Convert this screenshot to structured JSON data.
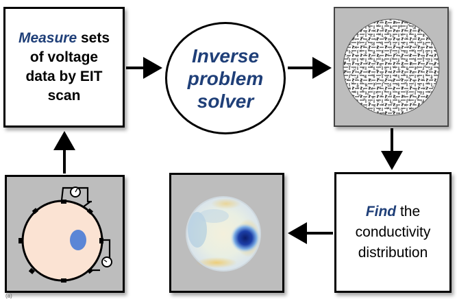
{
  "measure_box": {
    "word1": "Measure",
    "line1_rest": " sets",
    "line2": "of voltage",
    "line3": "data by EIT",
    "line4": "scan"
  },
  "solver": {
    "line1": "Inverse",
    "line2": "problem",
    "line3": "solver"
  },
  "find_box": {
    "word1": "Find",
    "line1_rest": " the",
    "line2": "conductivity",
    "line3": "distribution"
  },
  "caption": "(a)",
  "colors": {
    "accent_text": "#1f3f78",
    "panel_gray": "#bdbdbd",
    "body_fill": "#fbe3d3",
    "inclusion_blue": "#5b86d6",
    "arrow": "#000000"
  },
  "icons": [
    "voltmeter-icon",
    "voltmeter-icon"
  ]
}
